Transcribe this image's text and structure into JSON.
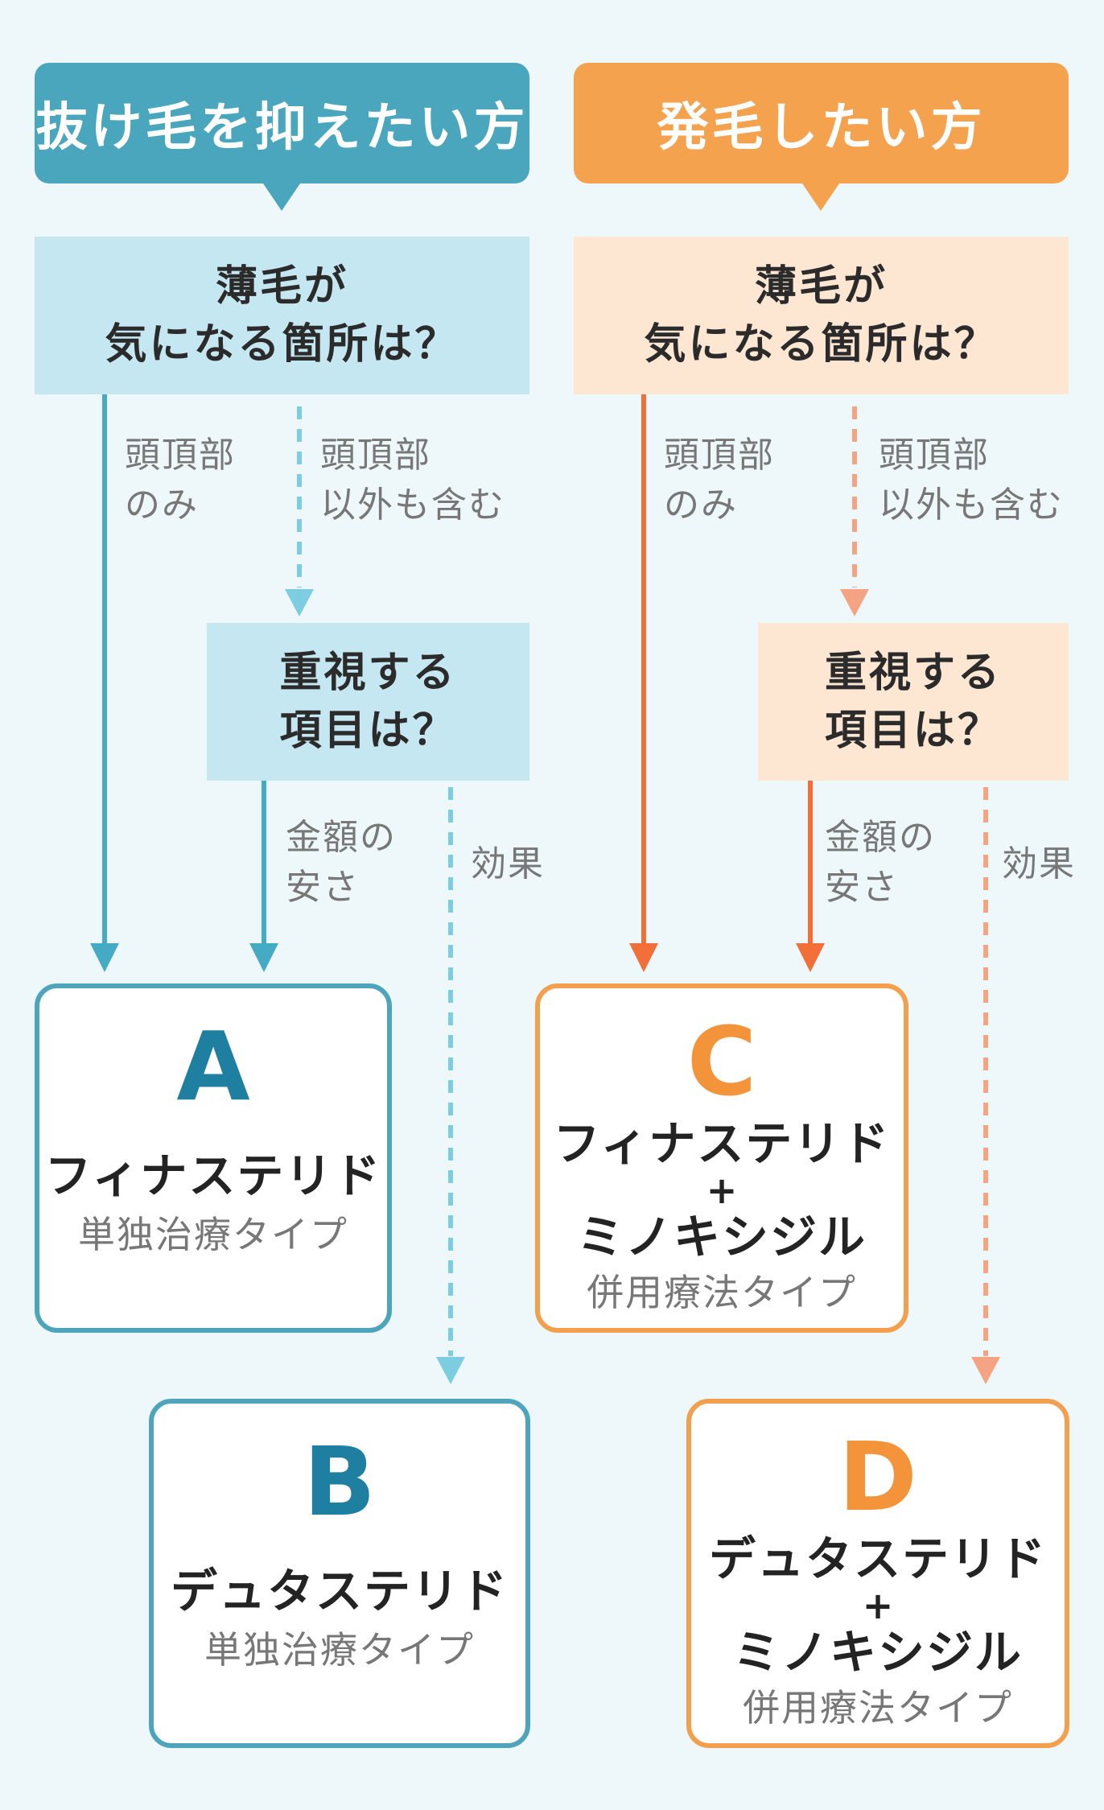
{
  "left": {
    "header": "抜け毛を抑えたい方",
    "question1_line1": "薄毛が",
    "question1_line2": "気になる箇所は？",
    "branch_top_line1": "頭頂部",
    "branch_top_line2": "のみ",
    "branch_other_line1": "頭頂部",
    "branch_other_line2": "以外も含む",
    "question2_line1": "重視する",
    "question2_line2": "項目は？",
    "branch_cost_line1": "金額の",
    "branch_cost_line2": "安さ",
    "branch_effect": "効果",
    "result_a": {
      "letter": "A",
      "drug": "フィナステリド",
      "type": "単独治療タイプ"
    },
    "result_b": {
      "letter": "B",
      "drug": "デュタステリド",
      "type": "単独治療タイプ"
    }
  },
  "right": {
    "header": "発毛したい方",
    "question1_line1": "薄毛が",
    "question1_line2": "気になる箇所は？",
    "branch_top_line1": "頭頂部",
    "branch_top_line2": "のみ",
    "branch_other_line1": "頭頂部",
    "branch_other_line2": "以外も含む",
    "question2_line1": "重視する",
    "question2_line2": "項目は？",
    "branch_cost_line1": "金額の",
    "branch_cost_line2": "安さ",
    "branch_effect": "効果",
    "result_c": {
      "letter": "C",
      "drug_line1": "フィナステリド",
      "plus": "+",
      "drug_line2": "ミノキシジル",
      "type": "併用療法タイプ"
    },
    "result_d": {
      "letter": "D",
      "drug_line1": "デュタステリド",
      "plus": "+",
      "drug_line2": "ミノキシジル",
      "type": "併用療法タイプ"
    }
  },
  "colors": {
    "background": "#eef8fb",
    "blue_header": "#4aa6bd",
    "blue_question": "#c5e7f1",
    "blue_line": "#45aac4",
    "blue_dashed": "#7ccde0",
    "blue_letter": "#1e7fa0",
    "orange_header": "#f5a24f",
    "orange_question": "#fde7d3",
    "orange_line": "#f26f3a",
    "orange_dashed": "#f4a383",
    "orange_letter": "#f3943a"
  }
}
